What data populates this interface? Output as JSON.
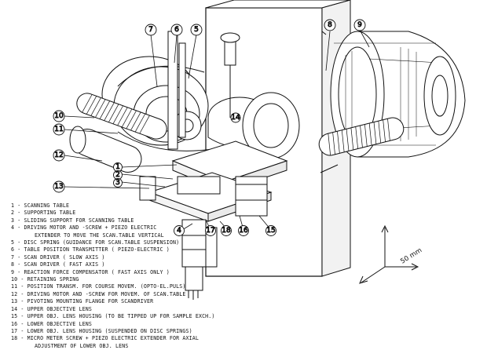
{
  "callouts": [
    "1",
    "2",
    "3",
    "4",
    "5",
    "6",
    "7",
    "8",
    "9",
    "10",
    "11",
    "12",
    "13",
    "14",
    "15",
    "16",
    "17",
    "18"
  ],
  "legend": [
    {
      "text": "1 - SCANNING TABLE"
    },
    {
      "text": "2 - SUPPORTING TABLE"
    },
    {
      "text": "3 - SLIDING SUPPORT FOR SCANNING TABLE"
    },
    {
      "text": "4 - DRIVING MOTOR AND -SCREW + PIEZO ELECTRIC"
    },
    {
      "text": "EXTENDER TO MOVE THE SCAN.TABLE VERTICAL",
      "cont": true
    },
    {
      "text": "5 - DISC SPRING (GUIDANCE FOR SCAN.TABLE SUSPENSION)"
    },
    {
      "text": "6 - TABLE POSITION TRANSMITTER ( PIEZO-ELECTRIC )"
    },
    {
      "text": "7 - SCAN DRIVER ( SLOW AXIS )"
    },
    {
      "text": "8 - SCAN DRIVER ( FAST AXIS )"
    },
    {
      "text": "9 - REACTION FORCE COMPENSATOR ( FAST AXIS ONLY )"
    },
    {
      "text": "10 - RETAINING SPRING"
    },
    {
      "text": "11 - POSITION TRANSM. FOR COURSE MOVEM. (OPTO-EL.PULS)"
    },
    {
      "text": "12 - DRIVING MOTOR AND -SCREW FOR MOVEM. OF SCAN.TABLE"
    },
    {
      "text": "13 - PIVOTING MOUNTING FLANGE FOR SCANDRIVER"
    },
    {
      "text": "14 - UPPER OBJECTIVE LENS"
    },
    {
      "text": "15 - UPPER OBJ. LENS HOUSING (TO BE TIPPED UP FOR SAMPLE EXCH.)"
    },
    {
      "text": "16 - LOWER OBJECTIVE LENS"
    },
    {
      "text": "17 - LOWER OBJ. LENS HOUSING (SUSPENDED ON DISC SPRINGS)"
    },
    {
      "text": "18 - MICRO METER SCREW + PIEZO ELECTRIC EXTENDER FOR AXIAL"
    },
    {
      "text": "ADJUSTMENT OF LOWER OBJ. LENS",
      "cont": true
    }
  ],
  "scale_bar": {
    "label": "50 mm"
  },
  "colors": {
    "ink": "#111111",
    "paper": "#ffffff"
  }
}
